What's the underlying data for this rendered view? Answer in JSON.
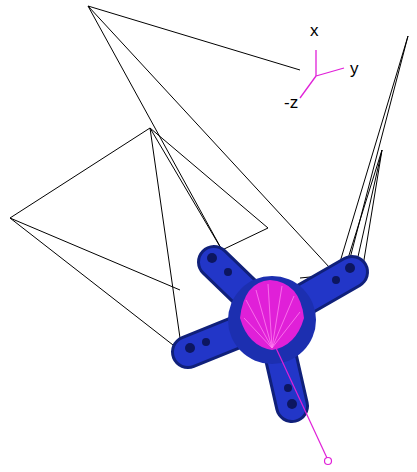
{
  "diagram": {
    "labels": [
      "x",
      "y",
      "-z"
    ]
  }
}
